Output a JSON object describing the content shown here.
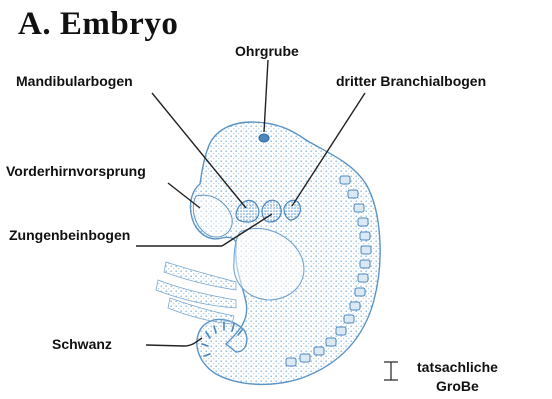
{
  "title": "A. Embryo",
  "labels": {
    "ohrgrube": "Ohrgrube",
    "mandibularbogen": "Mandibularbogen",
    "dritter_branchialbogen": "dritter Branchialbogen",
    "vorderhirnvorsprung": "Vorderhirnvorsprung",
    "zungenbeinbogen": "Zungenbeinbogen",
    "schwanz": "Schwanz",
    "scale_line1": "tatsachliche",
    "scale_line2": "GroBe"
  },
  "colors": {
    "outline": "#5b93c4",
    "stipple": "#8db8dc",
    "fill": "#eef5fb",
    "text": "#111111"
  }
}
